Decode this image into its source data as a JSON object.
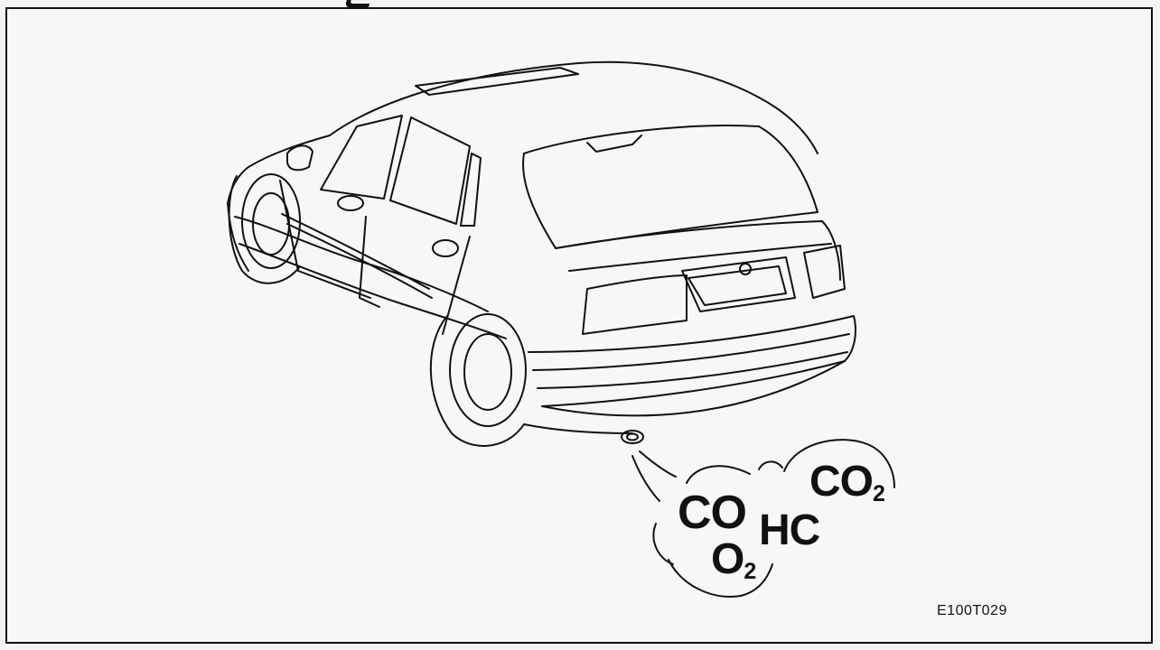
{
  "figure": {
    "code": "E100T029",
    "gases": {
      "co": {
        "base": "CO",
        "sub": ""
      },
      "hc": {
        "base": "HC",
        "sub": ""
      },
      "co2": {
        "base": "CO",
        "sub": "2"
      },
      "o2": {
        "base": "O",
        "sub": "2"
      }
    }
  }
}
